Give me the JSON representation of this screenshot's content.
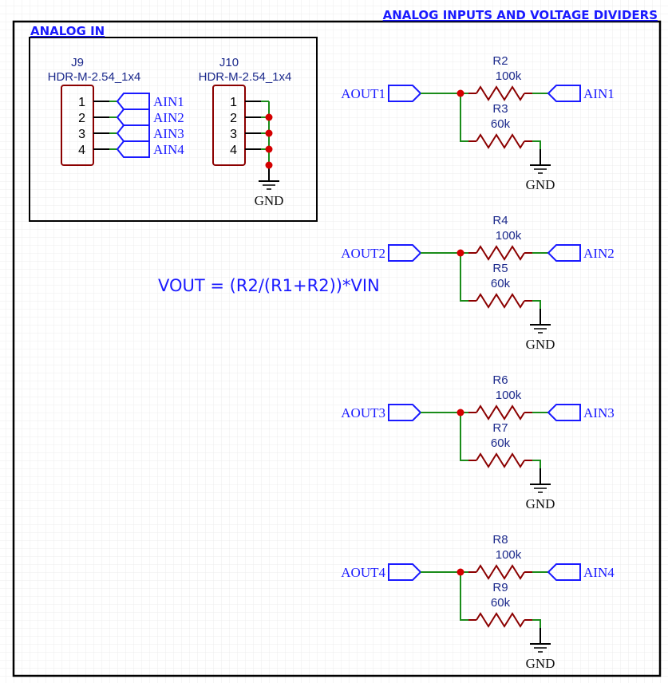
{
  "sheet": {
    "title": "ANALOG INPUTS AND VOLTAGE DIVIDERS",
    "colors": {
      "wire": "#1a8c1a",
      "junction": "#d40000",
      "component": "#8b0000",
      "net_label": "#1a1aff",
      "designator": "#1c2a8c",
      "frame": "#000000",
      "grid": "#ececec"
    }
  },
  "analog_in_block": {
    "title": "ANALOG IN",
    "connectors": [
      {
        "designator": "J9",
        "footprint": "HDR-M-2.54_1x4",
        "pins": [
          "1",
          "2",
          "3",
          "4"
        ],
        "nets": [
          "AIN1",
          "AIN2",
          "AIN3",
          "AIN4"
        ]
      },
      {
        "designator": "J10",
        "footprint": "HDR-M-2.54_1x4",
        "pins": [
          "1",
          "2",
          "3",
          "4"
        ],
        "ground_label": "GND"
      }
    ]
  },
  "formula": "VOUT = (R2/(R1+R2))*VIN",
  "dividers": [
    {
      "out_net": "AOUT1",
      "in_net": "AIN1",
      "r_top": {
        "ref": "R2",
        "value": "100k"
      },
      "r_bottom": {
        "ref": "R3",
        "value": "60k"
      },
      "ground_label": "GND"
    },
    {
      "out_net": "AOUT2",
      "in_net": "AIN2",
      "r_top": {
        "ref": "R4",
        "value": "100k"
      },
      "r_bottom": {
        "ref": "R5",
        "value": "60k"
      },
      "ground_label": "GND"
    },
    {
      "out_net": "AOUT3",
      "in_net": "AIN3",
      "r_top": {
        "ref": "R6",
        "value": "100k"
      },
      "r_bottom": {
        "ref": "R7",
        "value": "60k"
      },
      "ground_label": "GND"
    },
    {
      "out_net": "AOUT4",
      "in_net": "AIN4",
      "r_top": {
        "ref": "R8",
        "value": "100k"
      },
      "r_bottom": {
        "ref": "R9",
        "value": "60k"
      },
      "ground_label": "GND"
    }
  ]
}
